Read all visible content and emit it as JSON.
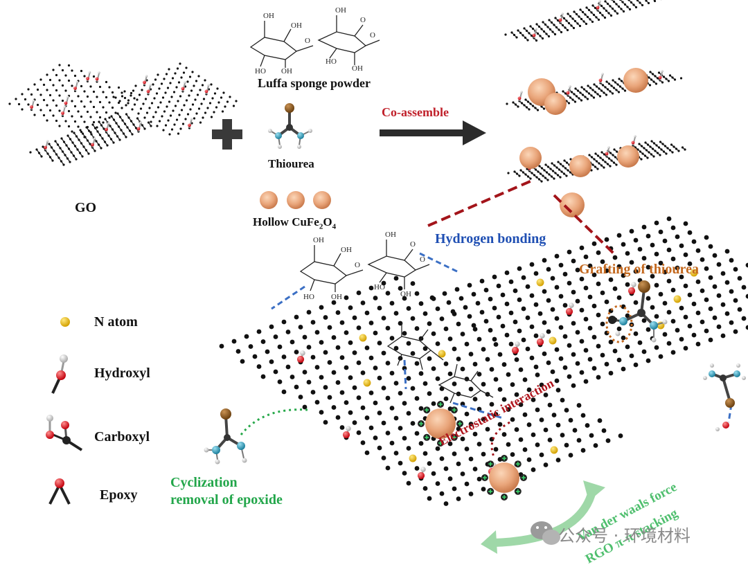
{
  "labels": {
    "go": "GO",
    "luffa": "Luffa  sponge powder",
    "thiourea": "Thiourea",
    "hollow_prefix": "Hollow CuFe",
    "hollow_sub1": "2",
    "hollow_mid": "O",
    "hollow_sub2": "4",
    "co_assemble": "Co-assemble",
    "hydrogen_bonding": "Hydrogen bonding",
    "grafting": "Grafting of thiourea",
    "cyclization_line1": "Cyclization",
    "cyclization_line2": "removal of epoxide",
    "electrostatic": "Electrostatic interaction",
    "vdw": "Van der waals force",
    "rgo": "RGO π-π stacking"
  },
  "legend": [
    {
      "label": "N atom"
    },
    {
      "label": "Hydroxyl"
    },
    {
      "label": "Carboxyl"
    },
    {
      "label": "Epoxy"
    }
  ],
  "watermark": "公众号 · 环境材料",
  "colors": {
    "carbon": "#111111",
    "oxygen": "#e0161e",
    "hydrogen": "#f2f2f2",
    "nitrogen": "#2aa7c9",
    "sulfur": "#8a5a1a",
    "n_doped": "#f2c417",
    "particle": "#e9a57a",
    "co_arrow": "#2b2b2b",
    "hbond": "#3b6fc4",
    "graft": "#c4691f",
    "green": "#27a84a",
    "dashed_red": "#a3141a"
  },
  "icons": [
    "plus-icon",
    "reaction-arrow-icon",
    "cufe2o4-particle-icon",
    "thiourea-molecule-icon",
    "wechat-icon"
  ]
}
